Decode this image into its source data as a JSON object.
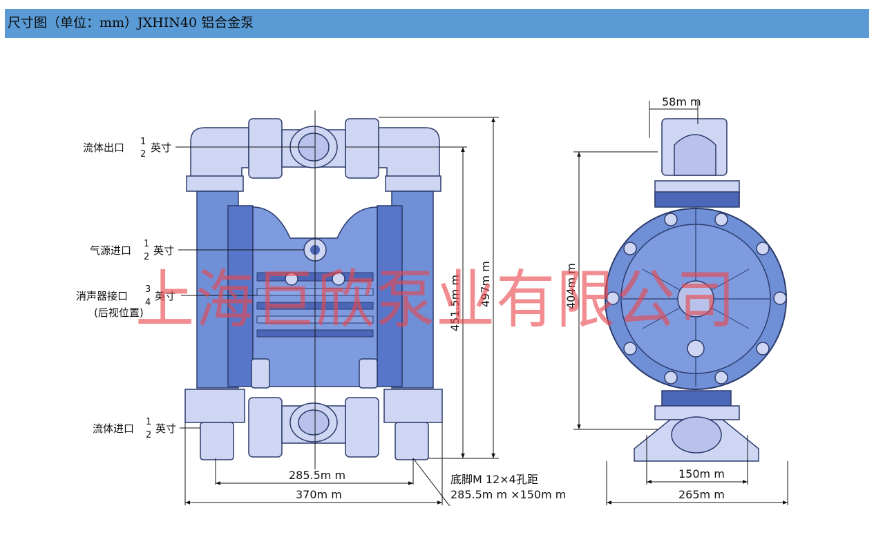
{
  "header": {
    "title": "尺寸图（单位：mm）JXHIN40 铝合金泵"
  },
  "labels": {
    "outlet_prefix": "流体出口",
    "outlet_num": "1",
    "outlet_den": "2",
    "outlet_suffix": "英寸",
    "air_prefix": "气源进口",
    "air_num": "1",
    "air_den": "2",
    "air_suffix": "英寸",
    "muffler_prefix": "消声器接口",
    "muffler_num": "3",
    "muffler_den": "4",
    "muffler_suffix": "英寸",
    "muffler_note": "(后视位置)",
    "inlet_prefix": "流体进口",
    "inlet_num": "1",
    "inlet_den": "2",
    "inlet_suffix": "英寸",
    "foot_line1": "底脚M 12×4孔距",
    "foot_line2": "285.5m m ×150m m"
  },
  "dimensions": {
    "front_bolt_spacing": "285.5m m",
    "front_width": "370m m",
    "front_height_inner": "451.5m m",
    "front_height_total": "497m m",
    "side_flange_width": "58m m",
    "side_height": "404m m",
    "side_bolt_spacing": "150m m",
    "side_width": "265m m"
  },
  "watermark": "上海巨欣泵业有限公司",
  "colors": {
    "header_bg": "#5b9bd5",
    "pump_body": "#6f8fd6",
    "pump_light": "#cfd6f3",
    "pump_dark": "#4c66b8",
    "watermark": "#e8474e"
  }
}
